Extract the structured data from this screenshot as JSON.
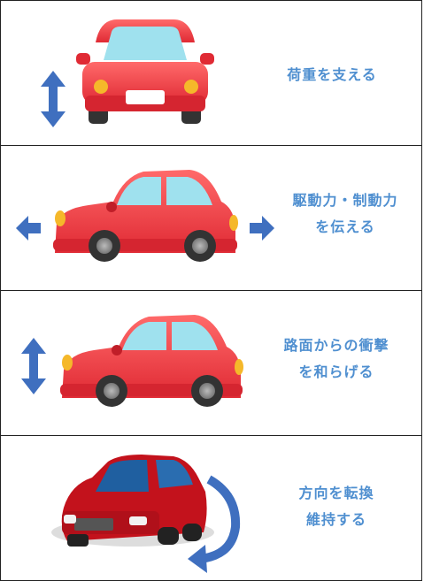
{
  "panels": [
    {
      "lines": [
        "荷重を支える"
      ],
      "icon": "vertical-double-arrow-icon"
    },
    {
      "lines": [
        "駆動力・制動力",
        "を伝える"
      ],
      "icon": "horizontal-arrows-icon"
    },
    {
      "lines": [
        "路面からの衝撃",
        "を和らげる"
      ],
      "icon": "vertical-double-arrow-icon"
    },
    {
      "lines": [
        "方向を転換",
        "維持する"
      ],
      "icon": "curved-turn-arrow-icon"
    }
  ],
  "colors": {
    "caption": "#4f8fd0",
    "arrow": "#3f6fbf",
    "car": "#e8323c",
    "window": "#9fe1ee",
    "tire": "#333333",
    "headlight": "#f5b82a"
  }
}
